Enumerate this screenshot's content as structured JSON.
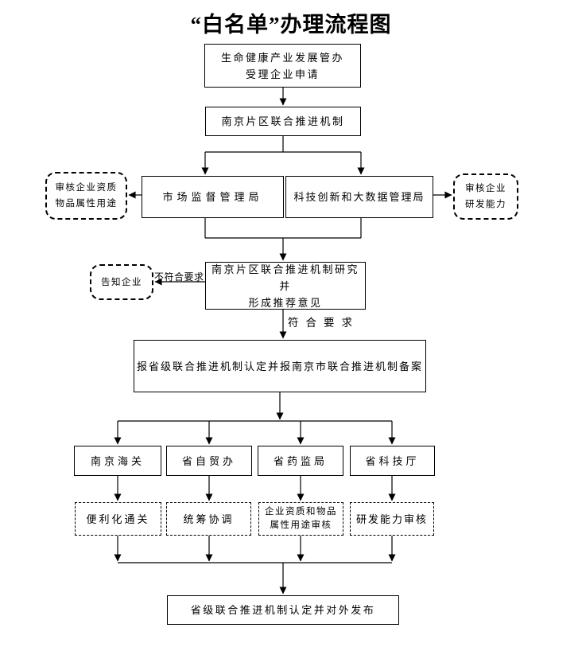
{
  "title": "“白名单”办理流程图",
  "nodes": {
    "accept_line1": "生命健康产业发展管办",
    "accept_line2": "受理企业申请",
    "nj_mechanism": "南京片区联合推进机制",
    "market_bureau": "市场监督管理局",
    "tech_bureau": "科技创新和大数据管理局",
    "review_qualification_line1": "审核企业资质",
    "review_qualification_line2": "物品属性用途",
    "review_rnd_line1": "审核企业",
    "review_rnd_line2": "研发能力",
    "research_line1": "南京片区联合推进机制研究并",
    "research_line2": "形成推荐意见",
    "inform_enterprise": "告知企业",
    "report_provincial": "报省级联合推进机制认定并报南京市联合推进机制备案",
    "nanjing_customs": "南京海关",
    "ftz_office": "省自贸办",
    "drug_admin": "省药监局",
    "sci_tech_dept": "省科技厅",
    "facilitation": "便利化通关",
    "coordination": "统筹协调",
    "qual_review_line1": "企业资质和物品",
    "qual_review_line2": "属性用途审核",
    "rnd_review": "研发能力审核",
    "publish": "省级联合推进机制认定并对外发布"
  },
  "edge_labels": {
    "not_meet": "不符合要求",
    "meet": "符合要求"
  },
  "colors": {
    "line": "#000000",
    "background": "#ffffff",
    "text": "#000000"
  }
}
